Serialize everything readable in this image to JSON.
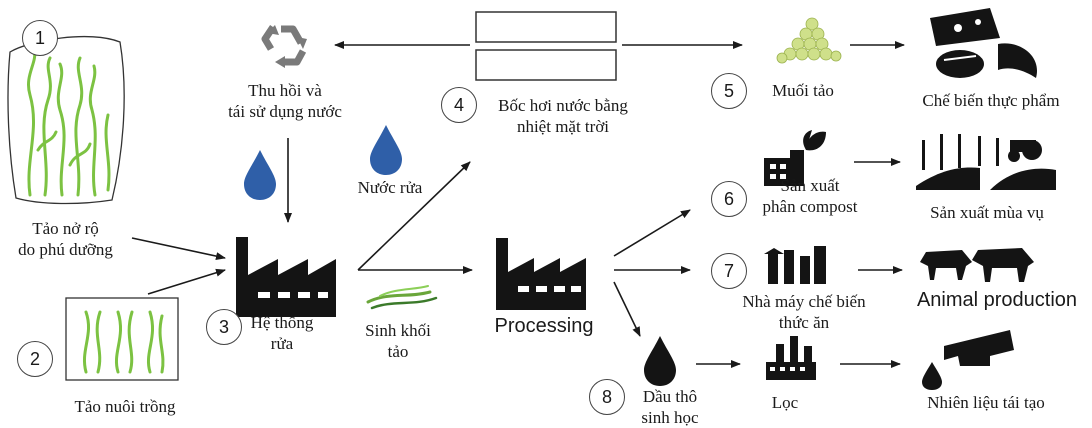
{
  "steps": [
    {
      "n": "1",
      "label": [
        "Tảo nở rộ",
        "do phú dưỡng"
      ]
    },
    {
      "n": "2",
      "label": [
        "Tảo nuôi trồng"
      ]
    },
    {
      "n": "3",
      "label": [
        "Hệ thống",
        "rửa"
      ]
    },
    {
      "n": "4",
      "label": [
        "Bốc hơi nước bằng",
        "nhiệt mặt trời"
      ]
    },
    {
      "n": "5",
      "label": [
        "Muối tảo"
      ]
    },
    {
      "n": "6",
      "label": [
        "Sản xuất",
        "phân compost"
      ]
    },
    {
      "n": "7",
      "label": [
        "Nhà máy chế biến",
        "thức ăn"
      ]
    },
    {
      "n": "8",
      "label": [
        "Dầu thô",
        "sinh học"
      ]
    }
  ],
  "labels": {
    "water_recycle": [
      "Thu hồi và",
      "tái sử dụng nước"
    ],
    "wash_water": "Nước rửa",
    "algae_biomass": [
      "Sinh khối",
      "tảo"
    ],
    "processing": "Processing",
    "refine": "Lọc",
    "food_processing": "Chế biến thực phẩm",
    "crop_production": "Sản xuất mùa vụ",
    "animal_production": "Animal production",
    "renewable_fuel": "Nhiên liệu tái tạo"
  },
  "colors": {
    "algae_green": "#7cc242",
    "water_blue": "#2f5fa8",
    "icon_black": "#141414",
    "arrow": "#1a1a1a"
  },
  "icons": [
    "recycle-icon",
    "water-drop-icon",
    "factory-icon",
    "algae-icon",
    "salt-icon",
    "food-icon",
    "compost-icon",
    "crops-icon",
    "cattle-icon",
    "feed-mill-icon",
    "oil-drop-icon",
    "refinery-icon",
    "fuel-nozzle-icon",
    "evaporation-pond-icon"
  ]
}
